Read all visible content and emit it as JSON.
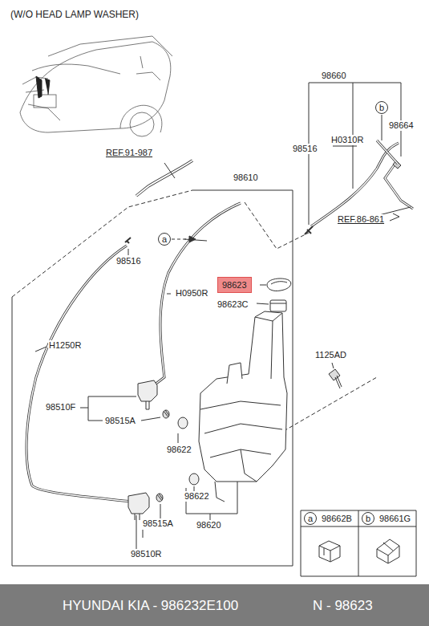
{
  "diagram": {
    "nodes": [
      {
        "text": [
          "b"
        ]
      },
      {
        "text": [
          "a"
        ]
      },
      {
        "text": [
          "98623"
        ]
      },
      {
        "text": [
          "98662B"
        ]
      },
      {
        "text": [
          "a"
        ],
        "in": 3
      },
      {
        "text": [
          "98661G"
        ]
      },
      {
        "text": [
          "b"
        ],
        "in": 5
      },
      {
        "text": [
          "HYUNDAI KIA - 986232E100",
          "N - 98623"
        ]
      }
    ],
    "labels": [
      "(W/O HEAD LAMP WASHER)",
      "98660",
      "98664",
      "98516",
      "H0310R",
      "REF.91-987",
      "98610",
      "REF.86-861",
      "98516",
      "H0950R",
      "98623C",
      "H1250R",
      "1125AD",
      "98510F",
      "98515A",
      "98622",
      "98622",
      "98620",
      "98515A",
      "98510R"
    ]
  }
}
